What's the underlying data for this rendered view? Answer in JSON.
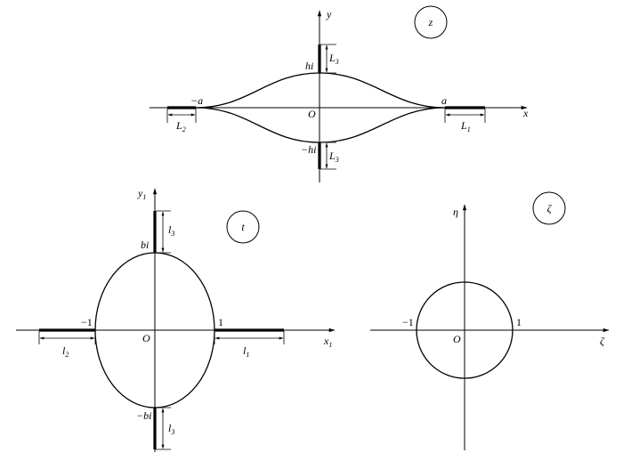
{
  "diagram_z": {
    "badge": "z",
    "x_axis": "x",
    "y_axis": "y",
    "origin": "O",
    "top": "hi",
    "bottom": "−hi",
    "left": "−a",
    "right": "a",
    "L1": {
      "base": "L",
      "sub": "1"
    },
    "L2": {
      "base": "L",
      "sub": "2"
    },
    "L3_top": {
      "base": "L",
      "sub": "3"
    },
    "L3_bottom": {
      "base": "L",
      "sub": "3"
    }
  },
  "diagram_t": {
    "badge": "t",
    "x_axis": {
      "base": "x",
      "sub": "1"
    },
    "y_axis": {
      "base": "y",
      "sub": "1"
    },
    "origin": "O",
    "top": "bi",
    "bottom": "−bi",
    "left": "−1",
    "right": "1",
    "l1": {
      "base": "l",
      "sub": "1"
    },
    "l2": {
      "base": "l",
      "sub": "2"
    },
    "l3_top": {
      "base": "l",
      "sub": "3"
    },
    "l3_bottom": {
      "base": "l",
      "sub": "3"
    }
  },
  "diagram_zeta": {
    "badge": "ζ",
    "x_axis": "ζ",
    "y_axis": "η",
    "origin": "O",
    "left": "−1",
    "right": "1"
  }
}
